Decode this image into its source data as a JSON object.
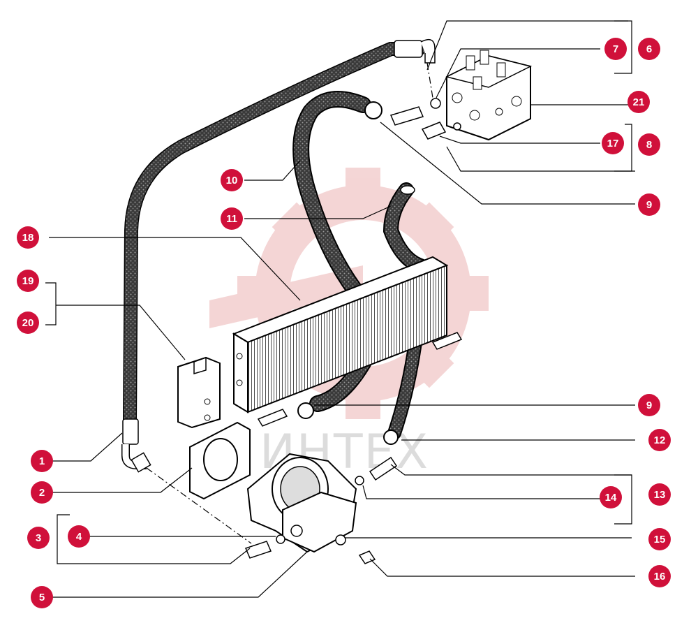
{
  "diagram": {
    "watermark_text": "ИНТЕХ",
    "colors": {
      "callout_fill": "#d0103a",
      "callout_text": "#ffffff",
      "line": "#000000",
      "watermark": "#f2c4c4"
    },
    "callouts": [
      {
        "id": "c1",
        "label": "1"
      },
      {
        "id": "c2",
        "label": "2"
      },
      {
        "id": "c3",
        "label": "3"
      },
      {
        "id": "c4",
        "label": "4"
      },
      {
        "id": "c5",
        "label": "5"
      },
      {
        "id": "c6",
        "label": "6"
      },
      {
        "id": "c7",
        "label": "7"
      },
      {
        "id": "c8",
        "label": "8"
      },
      {
        "id": "c9a",
        "label": "9"
      },
      {
        "id": "c9b",
        "label": "9"
      },
      {
        "id": "c10",
        "label": "10"
      },
      {
        "id": "c11",
        "label": "11"
      },
      {
        "id": "c12",
        "label": "12"
      },
      {
        "id": "c13",
        "label": "13"
      },
      {
        "id": "c14",
        "label": "14"
      },
      {
        "id": "c15",
        "label": "15"
      },
      {
        "id": "c16",
        "label": "16"
      },
      {
        "id": "c17",
        "label": "17"
      },
      {
        "id": "c18",
        "label": "18"
      },
      {
        "id": "c19",
        "label": "19"
      },
      {
        "id": "c20",
        "label": "20"
      },
      {
        "id": "c21",
        "label": "21"
      }
    ]
  }
}
